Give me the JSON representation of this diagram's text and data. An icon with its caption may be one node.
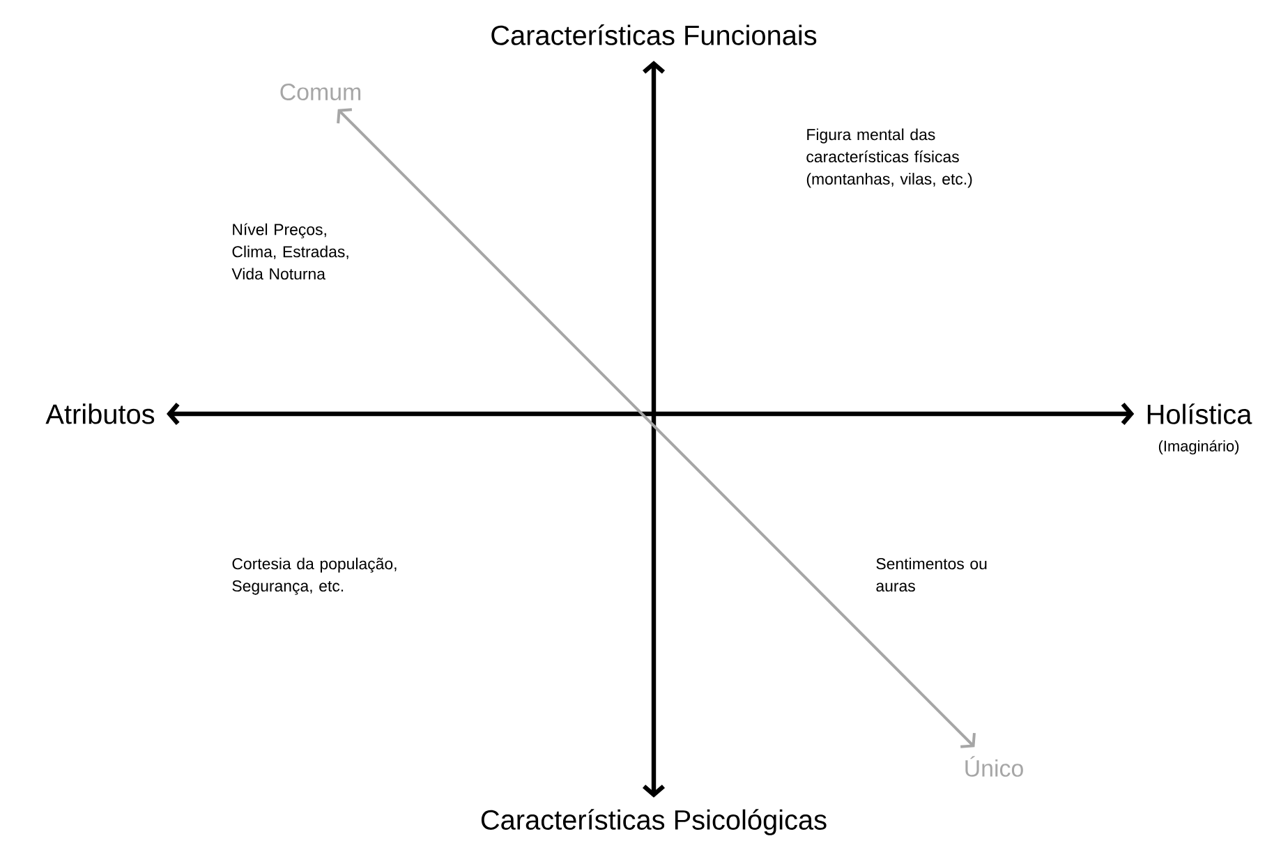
{
  "diagram": {
    "nodes": [
      {
        "text": [
          "Características Funcionais"
        ]
      },
      {
        "text": [
          "Comum"
        ]
      },
      {
        "text": [
          "Atributos"
        ]
      },
      {
        "text": [
          "Holística"
        ],
        "beside": [
          "(Imaginário)"
        ]
      },
      {
        "text": [
          "Único"
        ]
      },
      {
        "text": [
          "Características Psicológicas"
        ]
      }
    ],
    "edges": [
      {
        "from": 0,
        "to": 5,
        "arrow": "both"
      },
      {
        "from": 2,
        "to": 3,
        "arrow": "both"
      },
      {
        "from": 4,
        "to": 1,
        "arrow": "both",
        "color": "#a6a6a6"
      }
    ],
    "labels": [
      "Figura mental das características físicas (montanhas, vilas, etc.)",
      "Nível Preços, Clima, Estradas, Vida Noturna",
      "Cortesia da população, Segurança, etc.",
      "Sentimentos ou auras"
    ]
  }
}
